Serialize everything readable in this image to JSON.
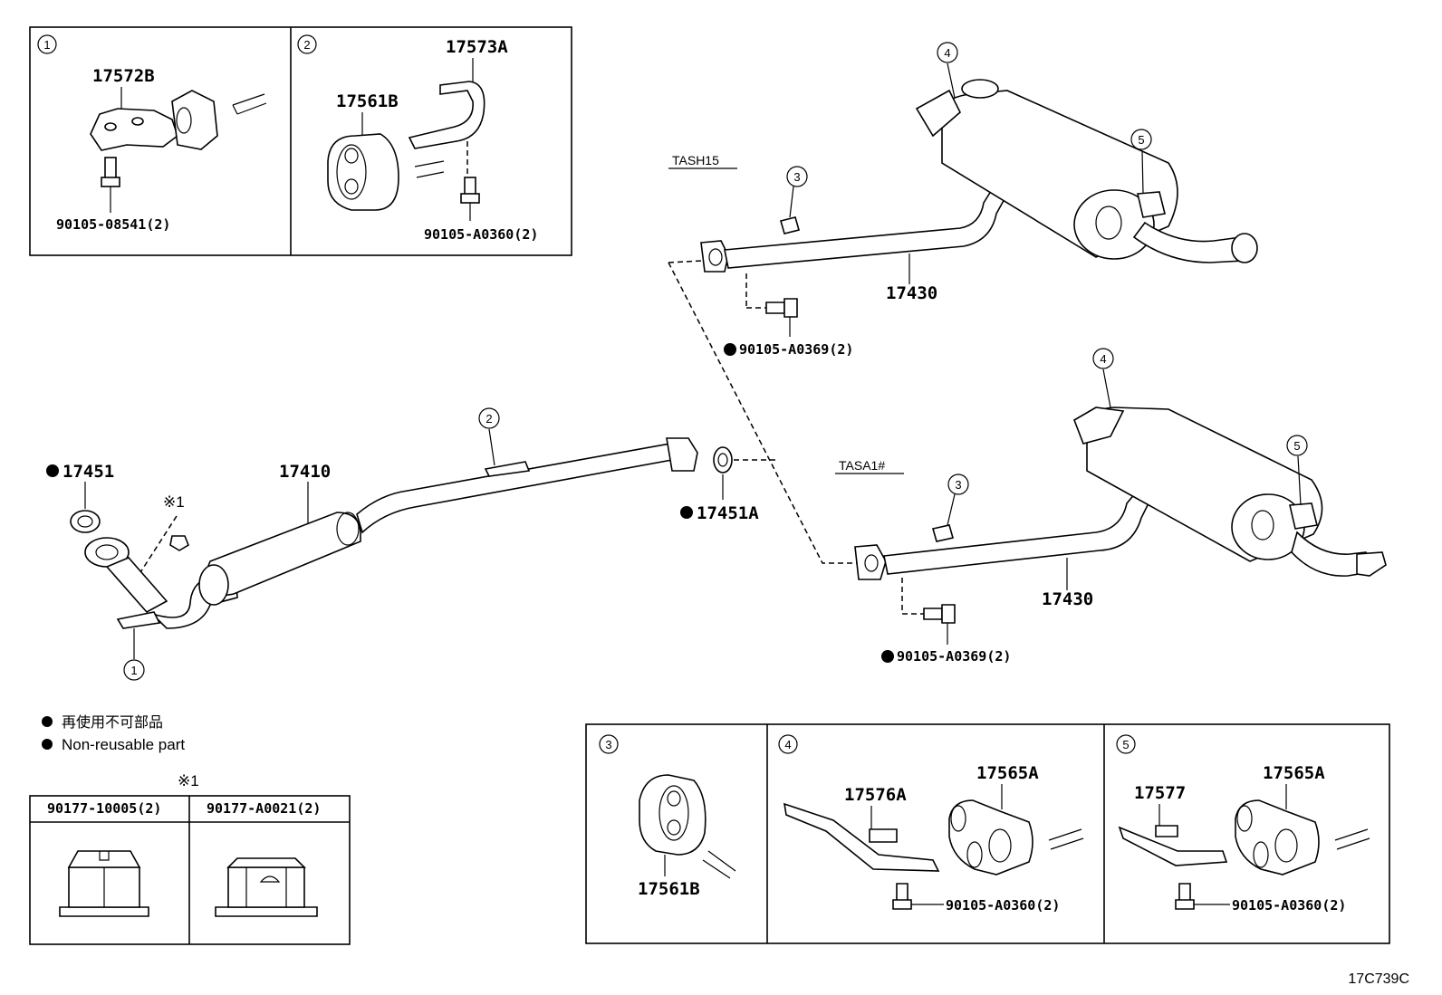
{
  "inset1": {
    "num": "1",
    "part_bracket": "17572B",
    "bolt": "90105-08541(2)"
  },
  "inset2": {
    "num": "2",
    "part_hanger": "17573A",
    "part_rubber": "17561B",
    "bolt": "90105-A0360(2)"
  },
  "inset3": {
    "num": "3",
    "part_rubber": "17561B"
  },
  "inset4": {
    "num": "4",
    "part_bracket": "17576A",
    "part_rubber": "17565A",
    "bolt": "90105-A0360(2)"
  },
  "inset5": {
    "num": "5",
    "part_bracket": "17577",
    "part_rubber": "17565A",
    "bolt": "90105-A0360(2)"
  },
  "main": {
    "gasket_front": "17451",
    "center_pipe": "17410",
    "gasket_rear": "17451A",
    "note_mark": "※1",
    "callout_1": "1",
    "callout_2": "2"
  },
  "upper_variant": {
    "model": "TASH15",
    "tail_pipe": "17430",
    "bolt": "90105-A0369(2)",
    "callout_3": "3",
    "callout_4": "4",
    "callout_5": "5"
  },
  "lower_variant": {
    "model": "TASA1#",
    "tail_pipe": "17430",
    "bolt": "90105-A0369(2)",
    "callout_3": "3",
    "callout_4": "4",
    "callout_5": "5"
  },
  "legend": {
    "line_jp": "再使用不可部品",
    "line_en": "Non-reusable part"
  },
  "nut_table": {
    "mark": "※1",
    "col1": "90177-10005(2)",
    "col2": "90177-A0021(2)"
  },
  "diagram_code": "17C739C"
}
